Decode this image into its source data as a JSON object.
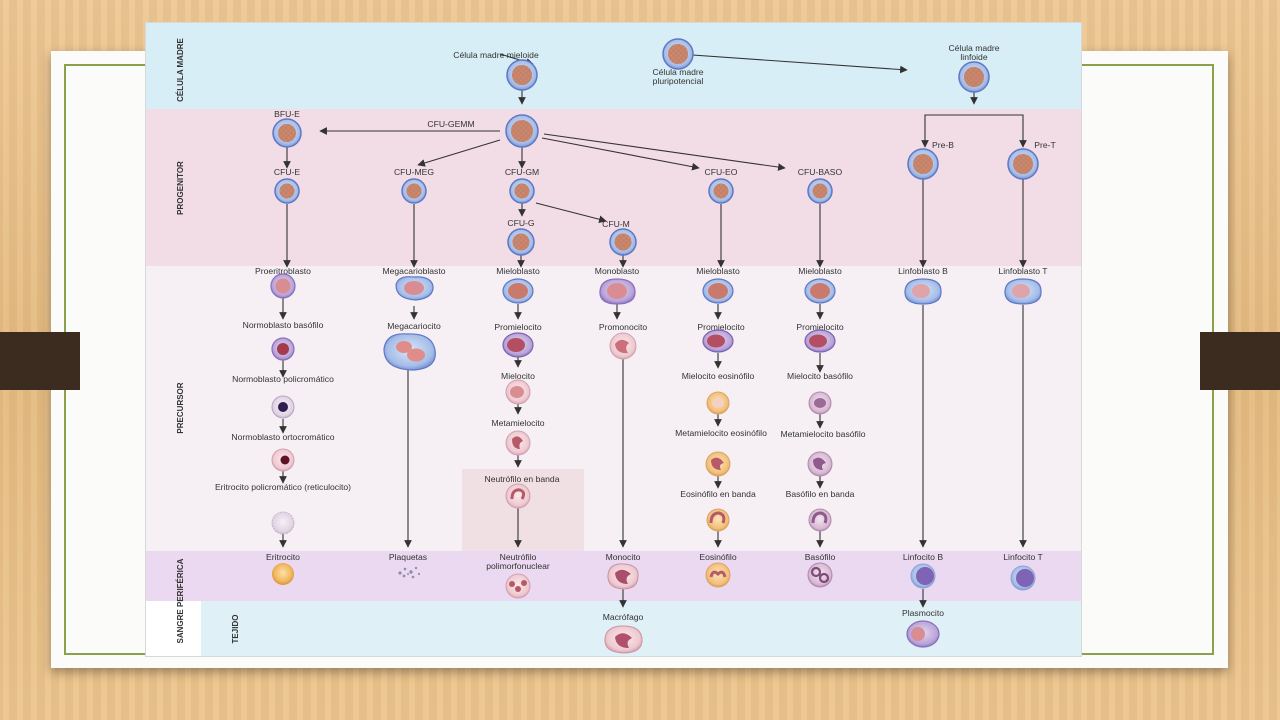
{
  "colors": {
    "band_stem": "#d8eef6",
    "band_progenitor": "#f2dde6",
    "band_precursor": "#f6f0f5",
    "band_blood": "#ead9f0",
    "band_tissue": "#dff0f7",
    "frame": "#8aa04a",
    "arrow": "#333333"
  },
  "bands": {
    "stem": "CÉLULA MADRE",
    "progenitor": "PROGENITOR",
    "precursor": "PRECURSOR",
    "blood": "SANGRE PERIFÉRICA",
    "tissue": "TEJIDO"
  },
  "stem": {
    "pluripotent": [
      "Célula madre",
      "pluripotencial"
    ],
    "myeloid": "Célula madre mieloide",
    "lymphoid": [
      "Célula madre",
      "linfoide"
    ]
  },
  "progenitor": {
    "cfu_gemm": "CFU-GEMM",
    "bfu_e": "BFU-E",
    "cfu_e": "CFU-E",
    "cfu_meg": "CFU-MEG",
    "cfu_gm": "CFU-GM",
    "cfu_g": "CFU-G",
    "cfu_m": "CFU-M",
    "cfu_eo": "CFU-EO",
    "cfu_baso": "CFU-BASO",
    "pre_b": "Pre-B",
    "pre_t": "Pre-T"
  },
  "precursor": {
    "ery": [
      "Proeritroblasto",
      "Normoblasto basófilo",
      "Normoblasto policromático",
      "Normoblasto ortocromático",
      "Eritrocito policromático (reticulocito)"
    ],
    "meg": [
      "Megacarioblasto",
      "Megacariocito"
    ],
    "neu": [
      "Mieloblasto",
      "Promielocito",
      "Mielocito",
      "Metamielocito",
      "Neutrófilo en banda"
    ],
    "mono": [
      "Monoblasto",
      "Promonocito"
    ],
    "eo": [
      "Mieloblasto",
      "Promielocito",
      "Mielocito eosinófilo",
      "Metamielocito eosinófilo",
      "Eosinófilo en banda"
    ],
    "baso": [
      "Mieloblasto",
      "Promielocito",
      "Mielocito basófilo",
      "Metamielocito basófilo",
      "Basófilo en banda"
    ],
    "lb": "Linfoblasto B",
    "lt": "Linfoblasto T"
  },
  "blood": {
    "ery": "Eritrocito",
    "plt": "Plaquetas",
    "neu": [
      "Neutrófilo",
      "polimorfonuclear"
    ],
    "mono": "Monocito",
    "eo": "Eosinófilo",
    "baso": "Basófilo",
    "lb": "Linfocito B",
    "lt": "Linfocito T"
  },
  "tissue": {
    "macro": "Macrófago",
    "plasma": "Plasmocito"
  }
}
